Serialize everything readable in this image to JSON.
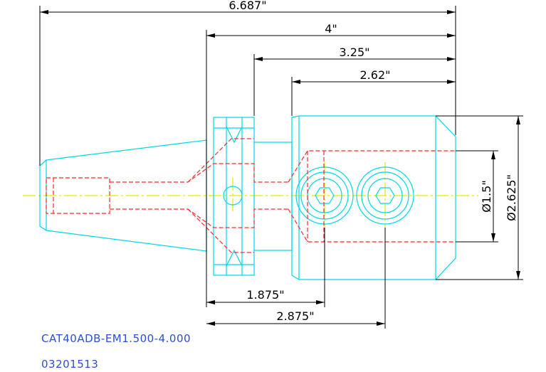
{
  "dimensions": {
    "overall_length": "6.687\"",
    "flange_to_end": "4\"",
    "shoulder_to_end": "3.25\"",
    "body_length": "2.62\"",
    "flange_to_screw1": "1.875\"",
    "flange_to_screw2": "2.875\"",
    "bore_diameter": "Ø1.5\"",
    "body_diameter": "Ø2.625\""
  },
  "part_number": "CAT40ADB-EM1.500-4.000",
  "drawing_number": "03201513",
  "colors": {
    "outline": "#00d8e8",
    "hidden": "#ff2a2a",
    "centerline": "#e6e600",
    "dimension": "#000000",
    "label": "#2a4fd6"
  }
}
